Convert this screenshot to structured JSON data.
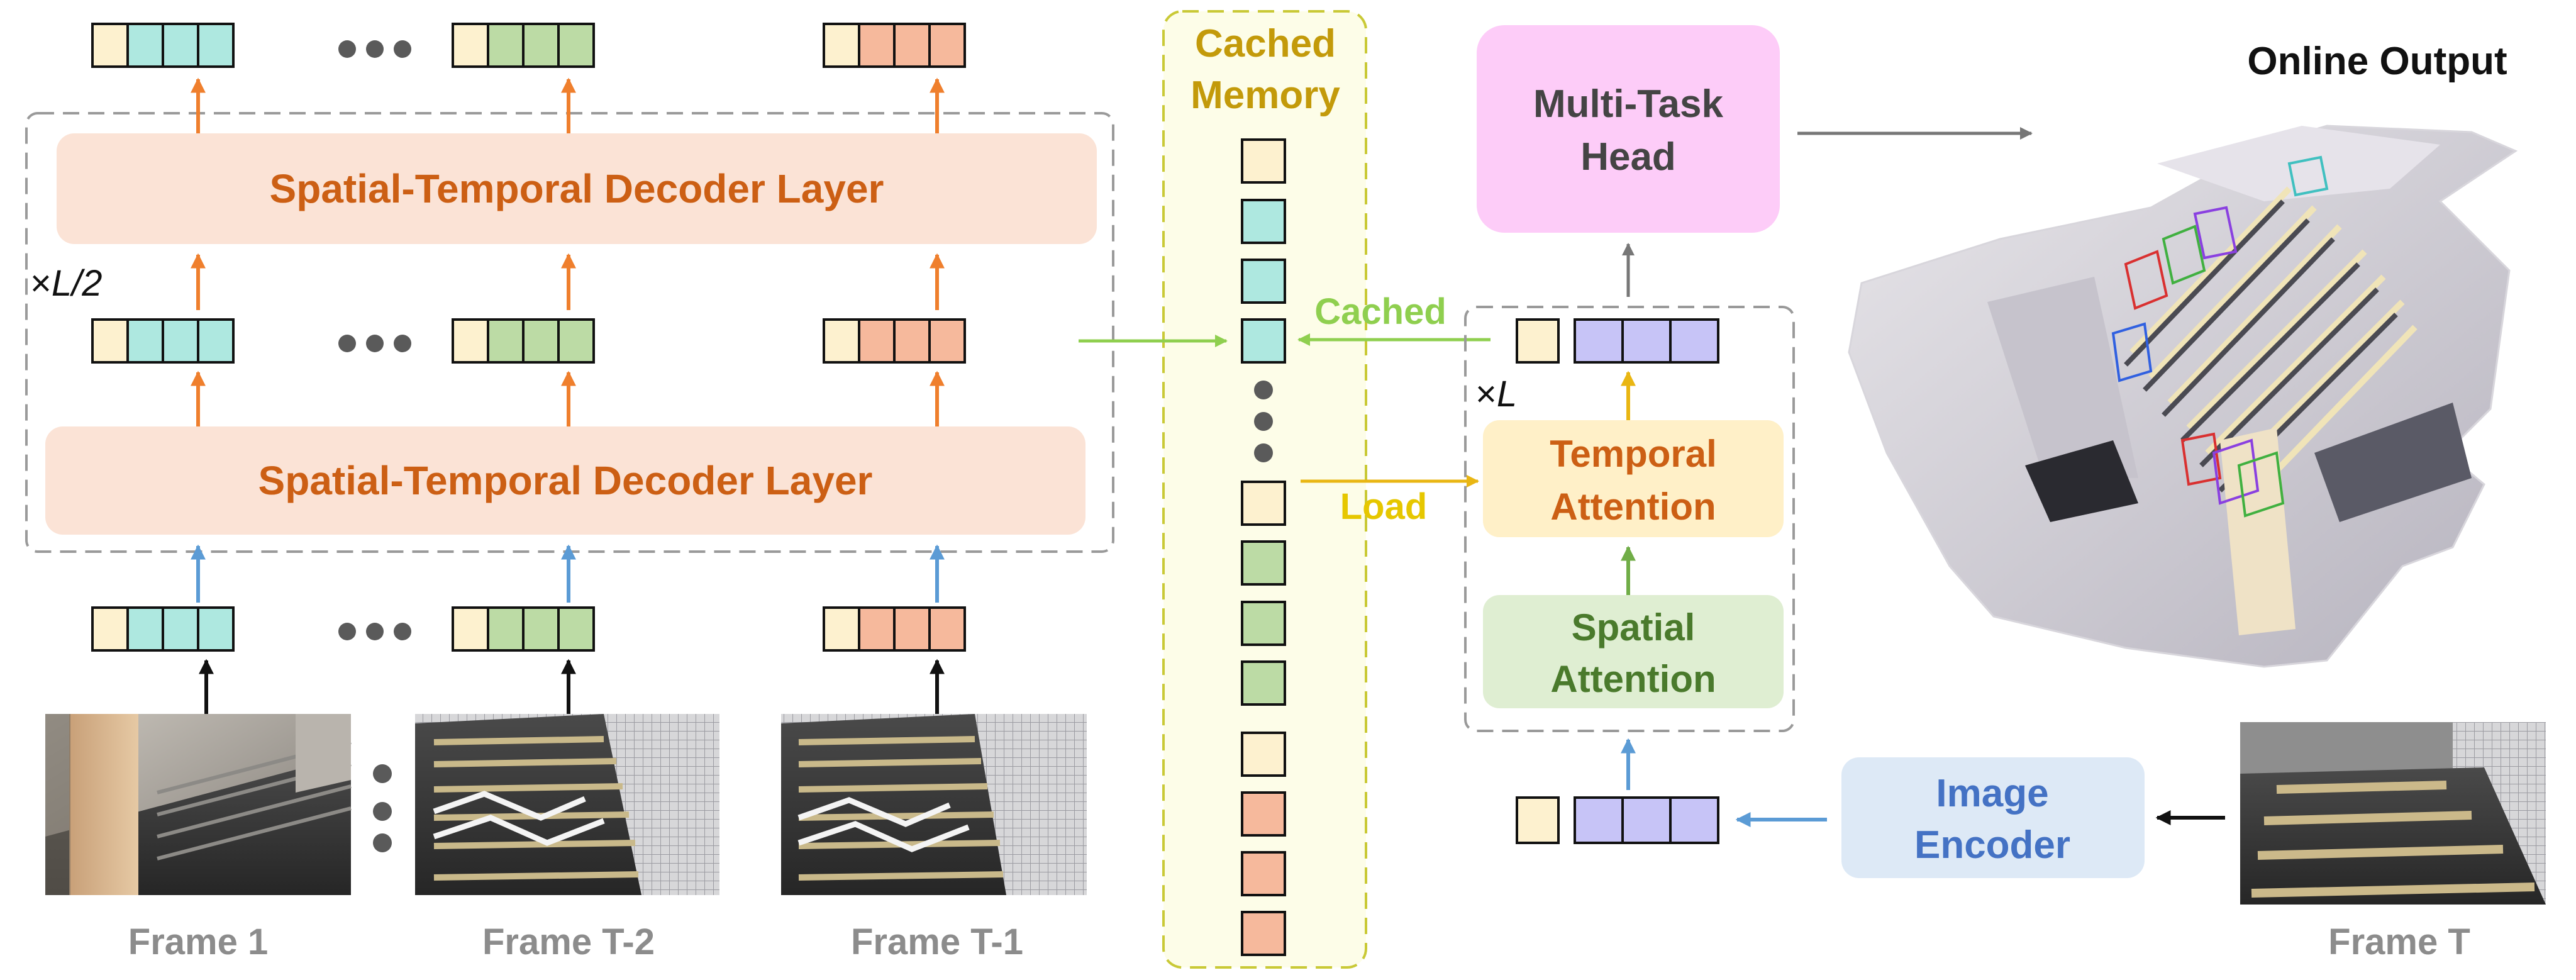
{
  "colors": {
    "token_cls": "#fdf1cf",
    "token_cyan": "#aee8e0",
    "token_green": "#bcdba5",
    "token_salmon": "#f6b99c",
    "token_purple": "#c7c4f7",
    "decoder_fill": "#fbe3d6",
    "decoder_text": "#cc5f14",
    "temporal_fill": "#fff0c8",
    "temporal_text": "#cc5f14",
    "spatial_fill": "#dfeed2",
    "spatial_text": "#4a7a2c",
    "encoder_fill": "#dde9f6",
    "encoder_text": "#4472c4",
    "head_fill": "#fdccf8",
    "head_text": "#444444",
    "memory_fill": "#fdfde8",
    "memory_border": "#c9c936",
    "memory_text": "#c39a0a",
    "arrow_orange": "#ef7f2d",
    "arrow_blue": "#5b9bd5",
    "arrow_green": "#70ad47",
    "arrow_yellow": "#e9b613",
    "arrow_black": "#111111",
    "arrow_gray": "#777777",
    "cached_label": "#8fcf4f",
    "load_label": "#e6c700",
    "frame_label": "#8c8c8c"
  },
  "left_stack": {
    "decoder_top_label": "Spatial-Temporal Decoder Layer",
    "decoder_bottom_label": "Spatial-Temporal Decoder Layer",
    "repeat_label_prefix": "×",
    "repeat_label_value": "L/2"
  },
  "frames": [
    {
      "label": "Frame 1",
      "thumb": "stairs-photo-column"
    },
    {
      "label": "Frame T-2",
      "thumb": "stairs-photo-lights"
    },
    {
      "label": "Frame T-1",
      "thumb": "stairs-photo-lights"
    }
  ],
  "cached_memory": {
    "title_line1": "Cached",
    "title_line2": "Memory"
  },
  "labels": {
    "cached": "Cached",
    "load": "Load"
  },
  "right_stack": {
    "repeat_label_prefix": "×",
    "repeat_label_value": "L",
    "temporal_attention_line1": "Temporal",
    "temporal_attention_line2": "Attention",
    "spatial_attention_line1": "Spatial",
    "spatial_attention_line2": "Attention",
    "head_line1": "Multi-Task",
    "head_line2": "Head",
    "encoder_line1": "Image",
    "encoder_line2": "Encoder"
  },
  "current_frame": {
    "label": "Frame T",
    "thumb": "stairs-photo-current"
  },
  "output": {
    "title": "Online Output",
    "image": "3d-point-cloud-with-camera-frustums"
  }
}
